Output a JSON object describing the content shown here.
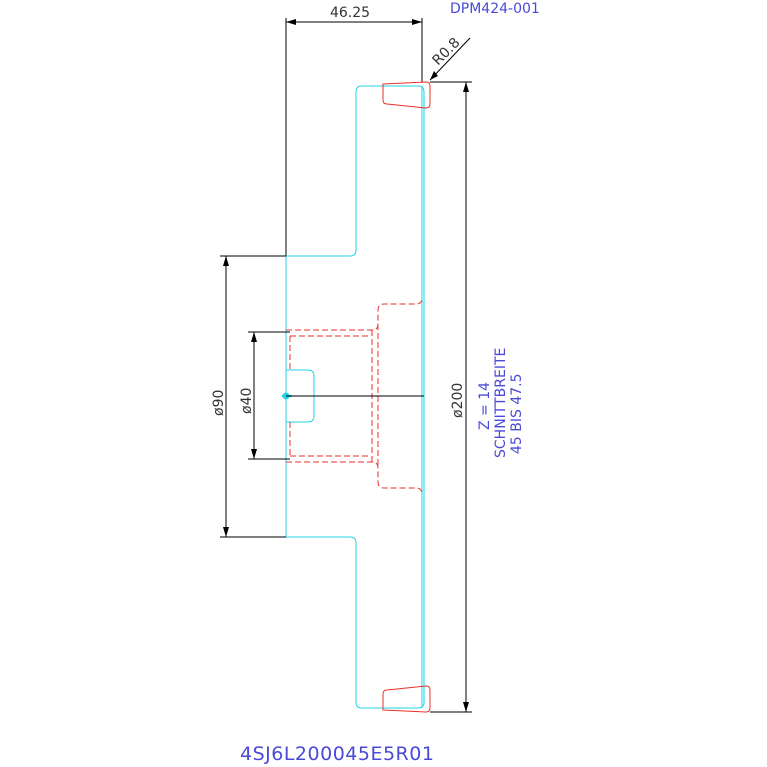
{
  "drawing": {
    "title_top": "DPM424-001",
    "part_number": "4SJ6L200045E5R01",
    "dimensions": {
      "width": "46.25",
      "radius": "R0.8",
      "dia_outer": "ø200",
      "dia_hub": "ø90",
      "dia_bore": "ø40"
    },
    "notes": {
      "teeth": "Z = 14",
      "cut_width_label": "SCHNITTBREITE",
      "cut_width_range": "45 BIS 47.5"
    },
    "colors": {
      "outline": "#22d3e6",
      "teeth_profile": "#e8322b",
      "dimension": "#000000",
      "annotation": "#4a4ad8"
    }
  }
}
